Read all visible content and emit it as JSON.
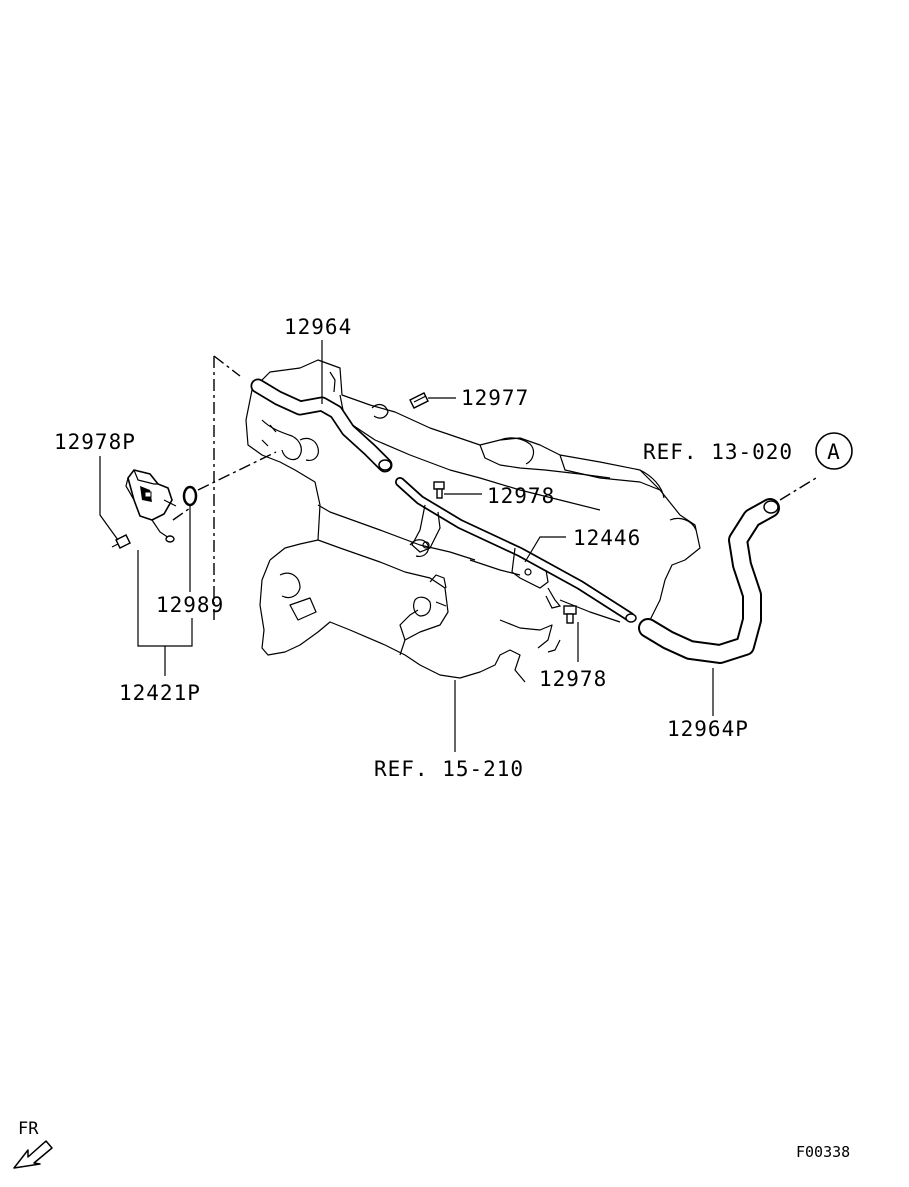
{
  "diagram": {
    "part_labels": {
      "p12964": "12964",
      "p12977": "12977",
      "p12978P": "12978P",
      "p12978_upper": "12978",
      "p12446": "12446",
      "p12989": "12989",
      "p12421P": "12421P",
      "p12978_lower": "12978",
      "p12964P": "12964P"
    },
    "references": {
      "ref_13_020": "REF. 13-020",
      "ref_15_210": "REF. 15-210",
      "circle_marker": "A"
    },
    "front_indicator": "FR",
    "figure_code": "F00338"
  }
}
